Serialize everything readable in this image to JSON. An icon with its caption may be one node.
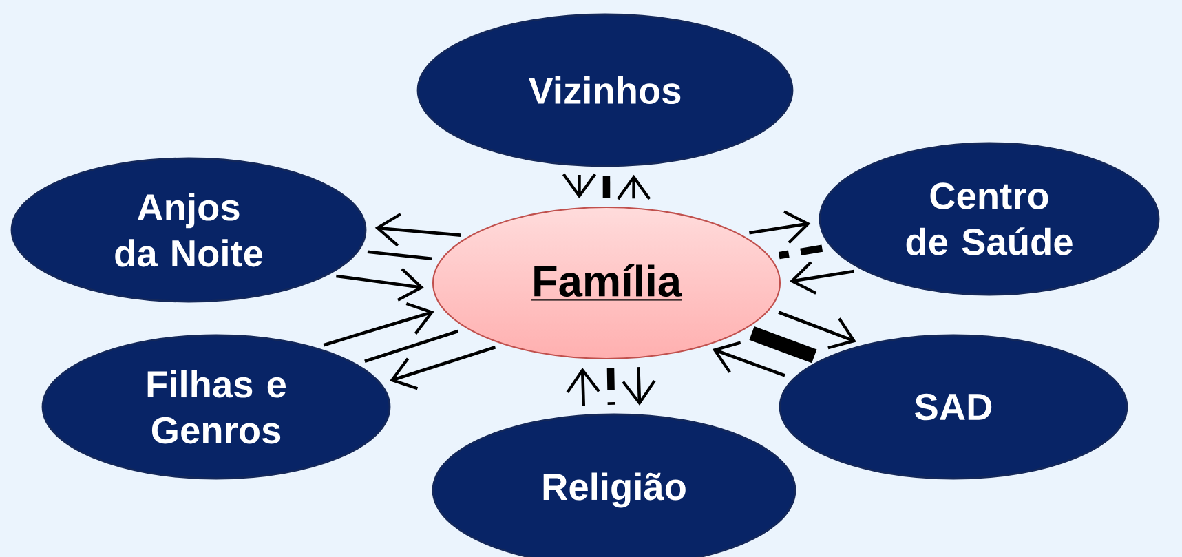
{
  "diagram": {
    "nodes": [
      {
        "text": [
          "Vizinhos"
        ]
      },
      {
        "text": [
          "Anjos da Noite"
        ]
      },
      {
        "text": [
          "Centro de Saúde"
        ]
      },
      {
        "text": [
          "Família"
        ]
      },
      {
        "text": [
          "Filhas e Genros"
        ]
      },
      {
        "text": [
          "SAD"
        ]
      },
      {
        "text": [
          "Religião"
        ]
      }
    ],
    "edges": [
      {
        "from": 3,
        "to": 0,
        "arrow": "to"
      },
      {
        "from": 3,
        "to": 0,
        "arrow": "none",
        "style": "dashed"
      },
      {
        "from": 0,
        "to": 3,
        "arrow": "to"
      },
      {
        "from": 3,
        "to": 1,
        "arrow": "to"
      },
      {
        "from": 1,
        "to": 3,
        "arrow": "none"
      },
      {
        "from": 1,
        "to": 3,
        "arrow": "to"
      },
      {
        "from": 2,
        "to": 3,
        "arrow": "to"
      },
      {
        "from": 2,
        "to": 3,
        "arrow": "none",
        "style": "dashed"
      },
      {
        "from": 3,
        "to": 2,
        "arrow": "to"
      },
      {
        "from": 3,
        "to": 4,
        "arrow": "to"
      },
      {
        "from": 3,
        "to": 4,
        "arrow": "none"
      },
      {
        "from": 4,
        "to": 3,
        "arrow": "to"
      },
      {
        "from": 3,
        "to": 5,
        "arrow": "to"
      },
      {
        "from": 3,
        "to": 5,
        "arrow": "none",
        "style": "thick"
      },
      {
        "from": 5,
        "to": 3,
        "arrow": "to"
      },
      {
        "from": 3,
        "to": 6,
        "arrow": "to"
      },
      {
        "from": 3,
        "to": 6,
        "arrow": "none",
        "style": "dashed"
      },
      {
        "from": 6,
        "to": 3,
        "arrow": "to"
      }
    ]
  }
}
